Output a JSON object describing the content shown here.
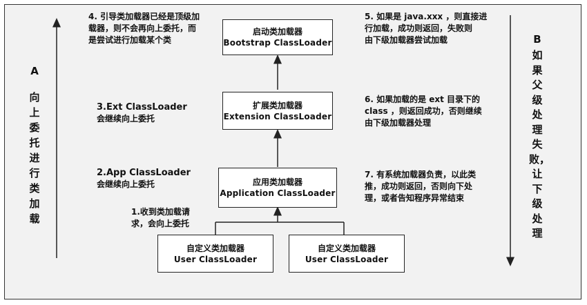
{
  "boxes": {
    "bootstrap": {
      "line1": "启动类加载器",
      "line2": "Bootstrap ClassLoader"
    },
    "extension": {
      "line1": "扩展类加载器",
      "line2": "Extension ClassLoader"
    },
    "application": {
      "line1": "应用类加载器",
      "line2": "Application ClassLoader"
    },
    "user1": {
      "line1": "自定义类加载器",
      "line2": "User ClassLoader"
    },
    "user2": {
      "line1": "自定义类加载器",
      "line2": "User ClassLoader"
    }
  },
  "notes": {
    "n1": [
      "1.收到类加载请",
      "求，会向上委托"
    ],
    "n2": [
      "2.App ClassLoader",
      "会继续向上委托"
    ],
    "n3": [
      "3.Ext ClassLoader",
      "会继续向上委托"
    ],
    "n4": [
      "4. 引导类加载器已经是顶级加",
      "载器，则不会再向上委托，而",
      "是尝试进行加载某个类"
    ],
    "n5": [
      "5. 如果是 java.xxx ，则直接进",
      "行加载，成功则返回，失败则",
      "由下级加载器尝试加载"
    ],
    "n6": [
      "6. 如果加载的是 ext 目录下的",
      "class ，则返回成功，否则继续",
      "由下级加载器处理"
    ],
    "n7": [
      "7. 有系统加载器负责，以此类",
      "推，成功则返回，否则向下处",
      "理，或者告知程序异常结束"
    ]
  },
  "left_label": {
    "letter": "A",
    "text": "向上委托进行类加载"
  },
  "right_label": {
    "letter": "B",
    "text": "如果父级处理失败，让下级处理"
  }
}
